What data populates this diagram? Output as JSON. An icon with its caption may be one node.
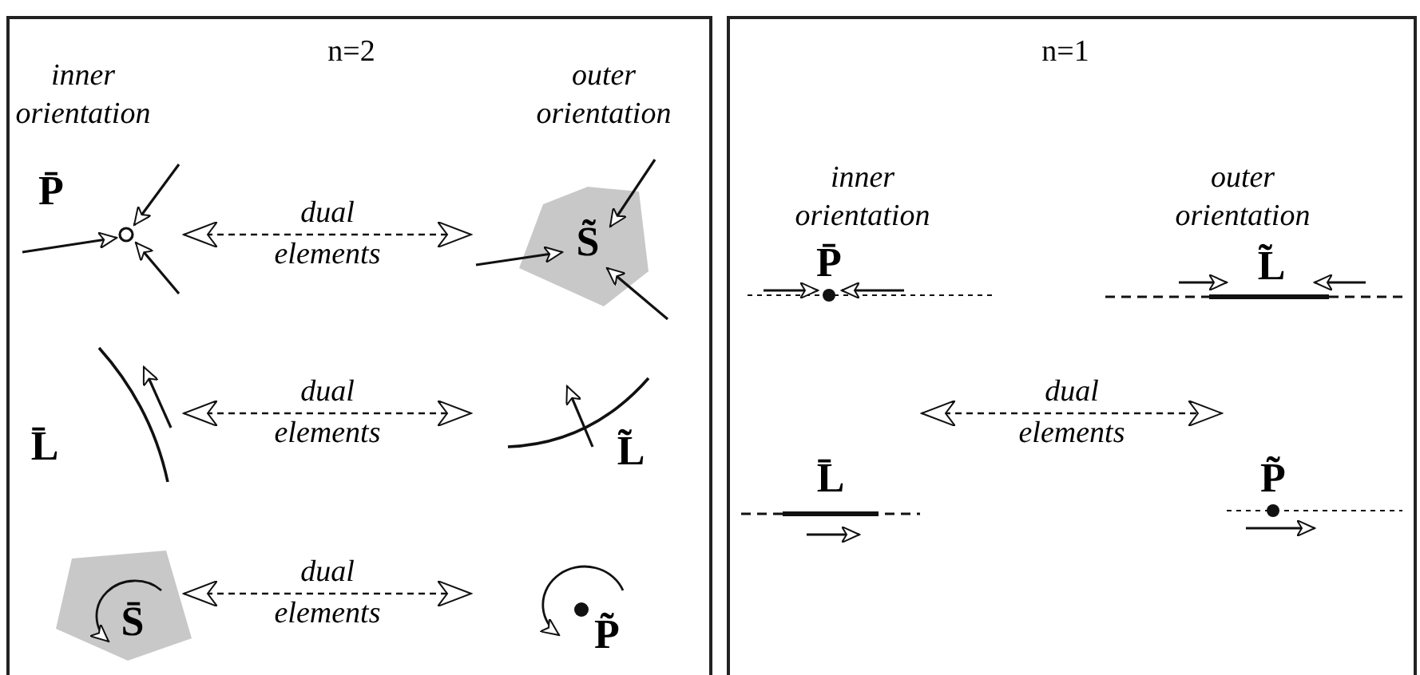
{
  "diagram": {
    "nodes": [
      {
        "text": [
          "n=2"
        ]
      },
      {
        "text": [
          "P̄"
        ],
        "in": 0
      },
      {
        "text": [
          "S̃"
        ],
        "in": 0
      },
      {
        "text": [
          "L̄"
        ],
        "in": 0
      },
      {
        "text": [
          "L̃"
        ],
        "in": 0
      },
      {
        "text": [
          "S̄"
        ],
        "in": 0
      },
      {
        "text": [
          "P̃"
        ],
        "in": 0
      },
      {
        "text": [
          "n=1"
        ]
      },
      {
        "text": [
          "P̄"
        ],
        "in": 7
      },
      {
        "text": [
          "L̃"
        ],
        "in": 7
      },
      {
        "text": [
          "L̄"
        ],
        "in": 7
      },
      {
        "text": [
          "P̃"
        ],
        "in": 7
      }
    ],
    "edges": [
      {
        "from": 1,
        "to": 2,
        "arrow": "both",
        "label": "dual elements",
        "style": "dashed"
      },
      {
        "from": 3,
        "to": 4,
        "arrow": "both",
        "label": "dual elements",
        "style": "dashed"
      },
      {
        "from": 5,
        "to": 6,
        "arrow": "both",
        "label": "dual elements",
        "style": "dashed"
      },
      {
        "from": 10,
        "to": 11,
        "arrow": "both",
        "label": "dual elements",
        "style": "dashed"
      }
    ],
    "labels": [
      "inner orientation",
      "outer orientation",
      "inner orientation",
      "outer orientation"
    ]
  }
}
